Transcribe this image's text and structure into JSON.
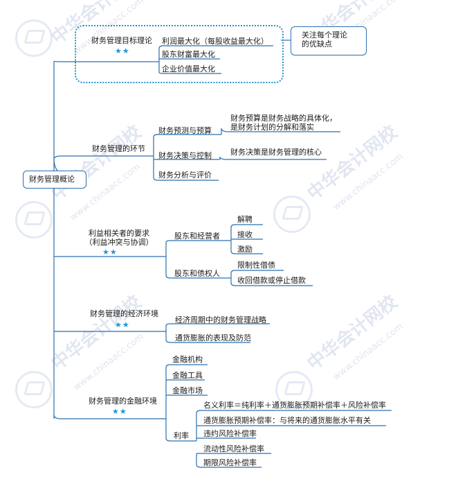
{
  "watermark": {
    "brand_cn": "中华会计网校",
    "brand_url": "www.chinaacc.com"
  },
  "root": {
    "label": "财务管理概论"
  },
  "branches": [
    {
      "label": "财务管理目标理论",
      "stars": "★★",
      "children": [
        {
          "label": "利润最大化（每股收益最大化）"
        },
        {
          "label": "股东财富最大化"
        },
        {
          "label": "企业价值最大化"
        }
      ],
      "note": "关注每个理论\n的优缺点"
    },
    {
      "label": "财务管理的环节",
      "children": [
        {
          "label": "财务预测与预算",
          "children": [
            {
              "label": "财务预算是财务战略的具体化，\n是财务计划的分解和落实"
            }
          ]
        },
        {
          "label": "财务决策与控制",
          "children": [
            {
              "label": "财务决策是财务管理的核心"
            }
          ]
        },
        {
          "label": "财务分析与评价"
        }
      ]
    },
    {
      "label": "利益相关者的要求\n（利益冲突与协调）",
      "stars": "★★",
      "children": [
        {
          "label": "股东和经营者",
          "children": [
            {
              "label": "解聘"
            },
            {
              "label": "接收"
            },
            {
              "label": "激励"
            }
          ]
        },
        {
          "label": "股东和债权人",
          "children": [
            {
              "label": "限制性借债"
            },
            {
              "label": "收回借款或停止借款"
            }
          ]
        }
      ]
    },
    {
      "label": "财务管理的经济环境",
      "stars": "★★",
      "children": [
        {
          "label": "经济周期中的财务管理战略"
        },
        {
          "label": "通货膨胀的表现及防范"
        }
      ]
    },
    {
      "label": "财务管理的金融环境",
      "stars": "★★",
      "children": [
        {
          "label": "金融机构"
        },
        {
          "label": "金融工具"
        },
        {
          "label": "金融市场"
        },
        {
          "label": "利率",
          "children": [
            {
              "label": "名义利率＝纯利率＋通货膨胀预期补偿率＋风险补偿率"
            },
            {
              "label": "通货膨胀预期补偿率：与将来的通货膨胀水平有关"
            },
            {
              "label": "违约风险补偿率"
            },
            {
              "label": "流动性风险补偿率"
            },
            {
              "label": "期限风险补偿率"
            }
          ]
        }
      ]
    }
  ]
}
